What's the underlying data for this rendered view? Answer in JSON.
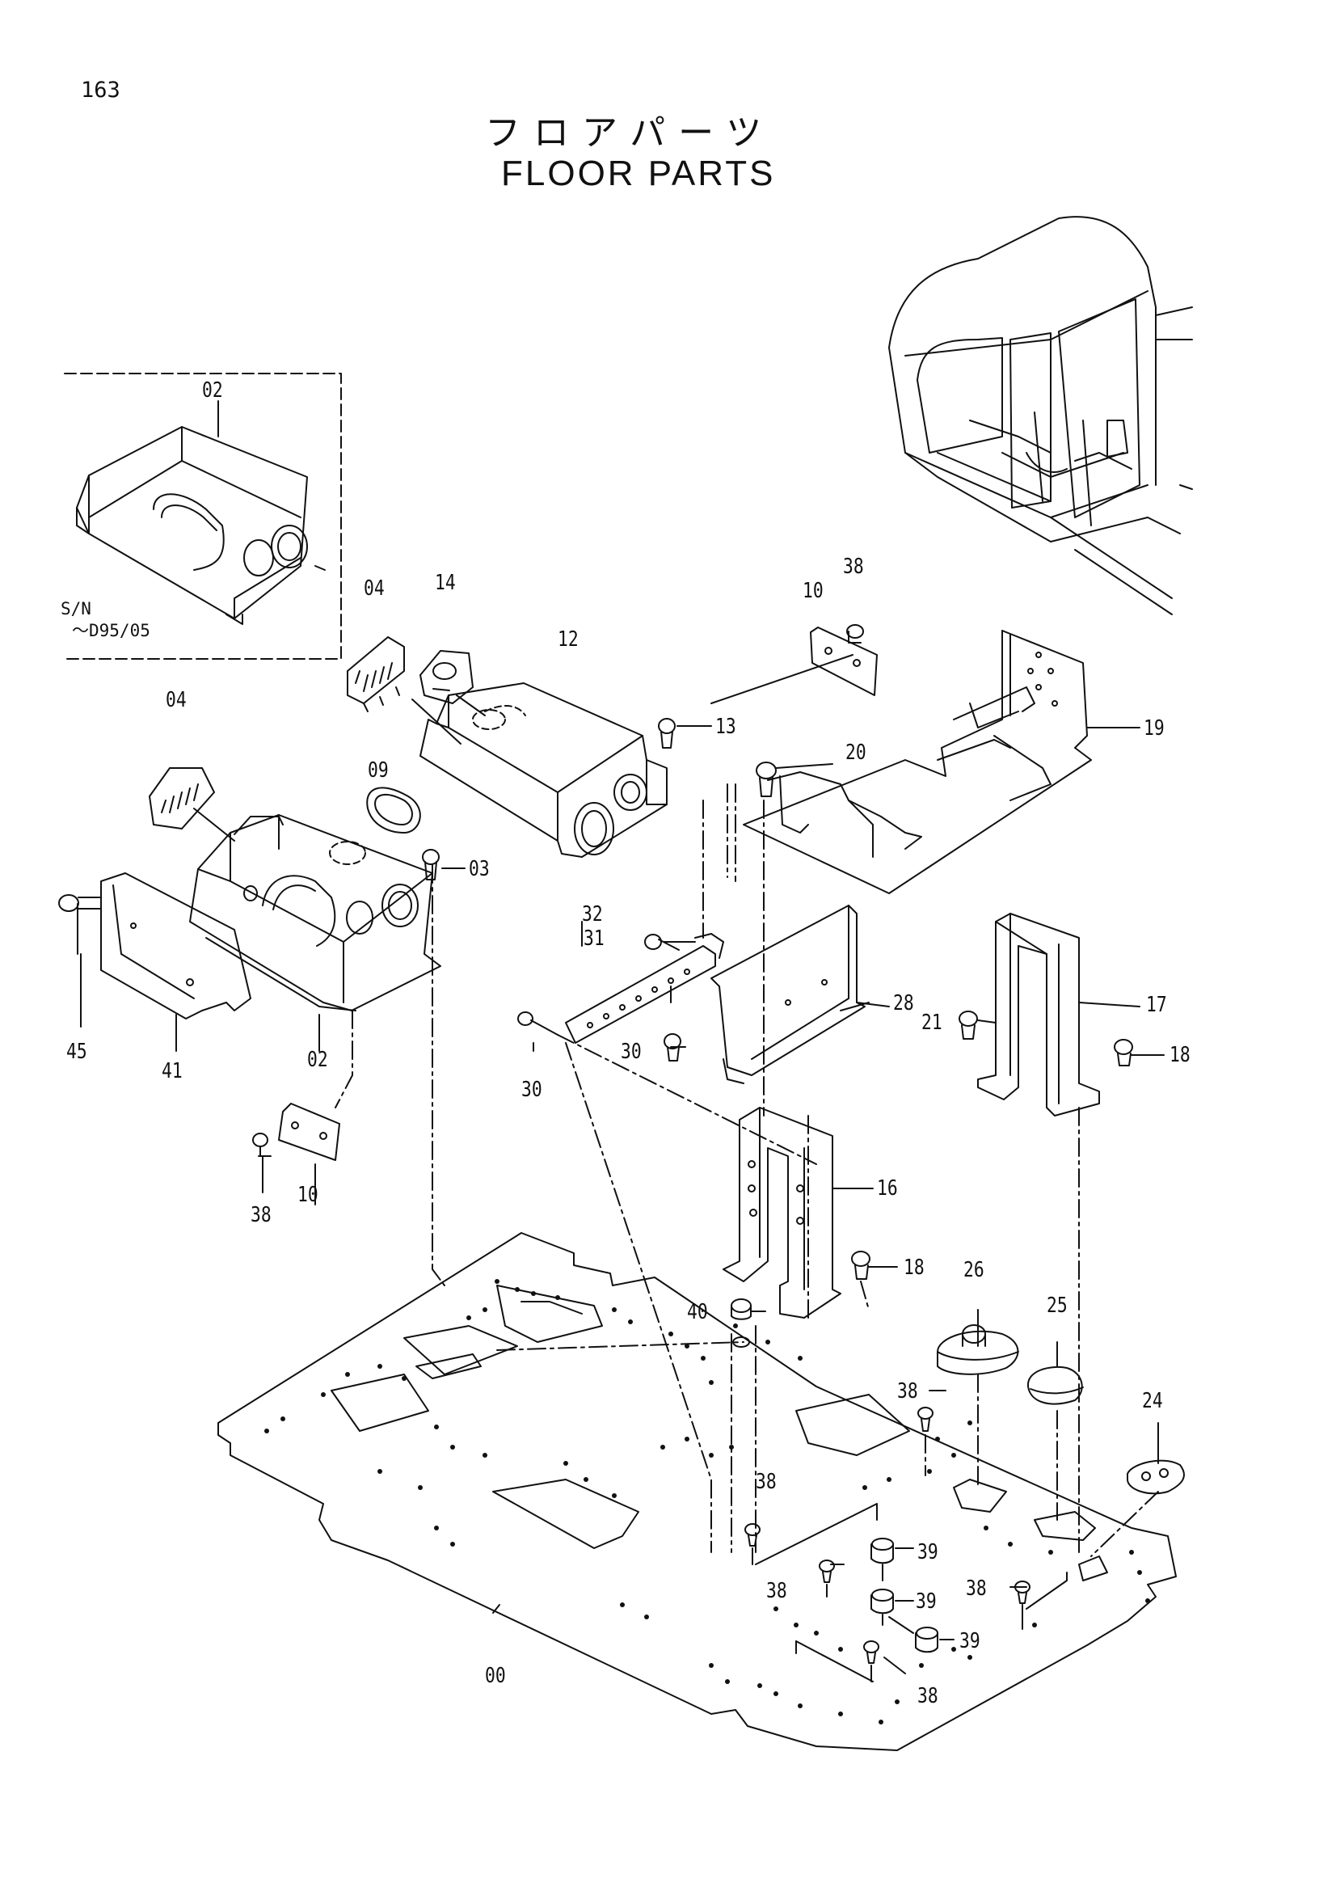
{
  "page_number": "163",
  "title_ja": "フロアパーツ",
  "title_en": "FLOOR PARTS",
  "serial_note": {
    "line1": "S/N",
    "line2": "～D95/05"
  },
  "callouts": [
    {
      "id": "p02-inset",
      "label": "02"
    },
    {
      "id": "p04-a",
      "label": "04"
    },
    {
      "id": "p14",
      "label": "14"
    },
    {
      "id": "p12",
      "label": "12"
    },
    {
      "id": "p38-top",
      "label": "38"
    },
    {
      "id": "p10-top",
      "label": "10"
    },
    {
      "id": "p13",
      "label": "13"
    },
    {
      "id": "p19",
      "label": "19"
    },
    {
      "id": "p20",
      "label": "20"
    },
    {
      "id": "p04-b",
      "label": "04"
    },
    {
      "id": "p09",
      "label": "09"
    },
    {
      "id": "p03",
      "label": "03"
    },
    {
      "id": "p32",
      "label": "32"
    },
    {
      "id": "p31",
      "label": "31"
    },
    {
      "id": "p28",
      "label": "28"
    },
    {
      "id": "p17",
      "label": "17"
    },
    {
      "id": "p21",
      "label": "21"
    },
    {
      "id": "p18-right",
      "label": "18"
    },
    {
      "id": "p30-a",
      "label": "30"
    },
    {
      "id": "p30-b",
      "label": "30"
    },
    {
      "id": "p45",
      "label": "45"
    },
    {
      "id": "p41",
      "label": "41"
    },
    {
      "id": "p02-main",
      "label": "02"
    },
    {
      "id": "p10-low",
      "label": "10"
    },
    {
      "id": "p38-low",
      "label": "38"
    },
    {
      "id": "p16",
      "label": "16"
    },
    {
      "id": "p18-mid",
      "label": "18"
    },
    {
      "id": "p26",
      "label": "26"
    },
    {
      "id": "p40",
      "label": "40"
    },
    {
      "id": "p25",
      "label": "25"
    },
    {
      "id": "p38-a",
      "label": "38"
    },
    {
      "id": "p24",
      "label": "24"
    },
    {
      "id": "p38-b",
      "label": "38"
    },
    {
      "id": "p39-a",
      "label": "39"
    },
    {
      "id": "p38-c",
      "label": "38"
    },
    {
      "id": "p39-b",
      "label": "39"
    },
    {
      "id": "p38-d",
      "label": "38"
    },
    {
      "id": "p39-c",
      "label": "39"
    },
    {
      "id": "p38-e",
      "label": "38"
    },
    {
      "id": "p00",
      "label": "00"
    }
  ]
}
